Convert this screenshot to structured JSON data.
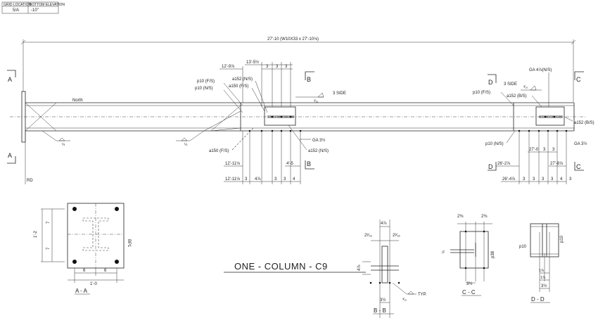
{
  "header_table": {
    "headers": [
      "GRID LOCATION",
      "BOTTOM ELEVATION"
    ],
    "values": [
      "5/A",
      "-10\""
    ]
  },
  "drawing": {
    "title": "ONE - COLUMN - C9",
    "overall_dim": "27'-10 (W10X33 x 27'-10⅛)",
    "north_label": "North",
    "rd_label": "RD",
    "section_letters": {
      "a": "A",
      "b": "B",
      "c": "C",
      "d": "D"
    },
    "top_dims": {
      "d1": "12'-9⅞",
      "d2": "13'-5½",
      "s1": "3",
      "s2": "3",
      "s3": "3"
    },
    "bottom_dims_mid": {
      "d1": "12'-11⅛",
      "d2": "12'-11⅛",
      "d3": "4'-5",
      "s1": "3",
      "s2": "4⅞",
      "s3": "3",
      "s4": "3",
      "s5": "4"
    },
    "bottom_dims_right": {
      "d1": "27'-0",
      "d2": "26'-2⅞",
      "d3": "27'-8⅞",
      "d4": "26'-4⅞",
      "s1": "3",
      "s2": "3",
      "s3": "3",
      "s4": "3",
      "s5": "3",
      "s6": "4",
      "s7": "3",
      "s8": "3"
    },
    "callouts_mid": {
      "p10fs": "p10 (F/S)",
      "p10ns": "p10 (N/S)",
      "a152ns": "a152 (N/S)",
      "a150fs": "a150 (F/S)",
      "side3": "3 SIDE",
      "ga": "GA 3½",
      "a150fs_b": "a150 (F/S)",
      "a152ns_b": "a152 (N/S)"
    },
    "callouts_right": {
      "ga_top": "GA 4⅞(N/S)",
      "side3": "3 SIDE",
      "p10fs": "p10 (F/S)",
      "a152bs": "a152 (B/S)",
      "a152bs_r": "a152 (B/S)",
      "p10ns": "p10 (N/S)",
      "ga": "GA 3½"
    },
    "weld_sizes": {
      "w1": "¼",
      "w2": "³⁄₁₆",
      "w3": "¼",
      "w4": "³⁄₁₆"
    }
  },
  "section_aa": {
    "label": "A - A",
    "dims": {
      "h_total": "1'-2",
      "h1": "7",
      "h2": "7",
      "w1": "6",
      "w2": "6",
      "w_total": "1'-0",
      "plate": "BP1"
    }
  },
  "section_bb": {
    "label": "B - B",
    "dims": {
      "top": "4⅞",
      "l": "2³⁄₁₆",
      "r": "2³⁄₁₆",
      "side": "4⅞",
      "bottom": "3½",
      "weld": "³⁄₁₆",
      "typ": "TYP."
    }
  },
  "section_cc": {
    "label": "C - C",
    "dims": {
      "l": "2⅜",
      "r": "2⅜",
      "p": "p38",
      "bottom": "3½",
      "weld": "¼"
    }
  },
  "section_dd": {
    "label": "D - D",
    "dims": {
      "p10l": "p10",
      "p10r": "p10",
      "d1": "1⅞",
      "d2": "1⅞",
      "bottom": "3½"
    }
  }
}
